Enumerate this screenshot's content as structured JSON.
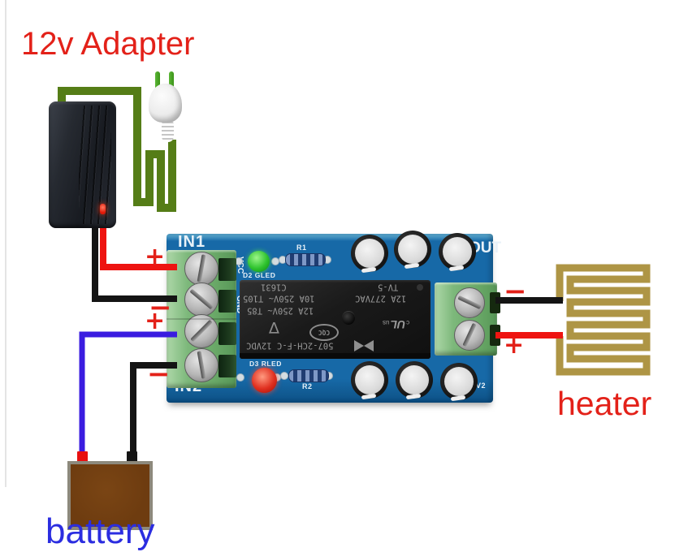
{
  "labels": {
    "adapter": "12v Adapter",
    "heater": "heater",
    "battery": "battery"
  },
  "polarity": {
    "in1_plus": "+",
    "in1_minus": "−",
    "in2_plus": "+",
    "in2_minus": "−",
    "out_minus": "−",
    "out_plus": "+"
  },
  "pcb": {
    "silkscreen": {
      "in1": "IN1",
      "in2": "IN2",
      "out": "OUT",
      "vcc": "VCC",
      "gnd": "GND",
      "r1": "R1",
      "r2": "R2",
      "gled": "D2 GLED",
      "rled": "D3 RLED",
      "out_plus": "+",
      "v2": "V2"
    },
    "relay": {
      "date_code": "C1631",
      "rating1": "10A 250V~ T105",
      "rating2": "12A 250V~ T85",
      "rating3": "12A 277VAC",
      "tv_rating": "TV-5",
      "part_number": "507-2CH-F-C 12VDC",
      "cqc": "CQC",
      "ul_c": "c",
      "ul": "UL",
      "ul_us": "us"
    }
  },
  "colors": {
    "label_red": "#e32119",
    "label_blue": "#2b2de0",
    "wire_red": "#ee1411",
    "wire_black": "#141414",
    "wire_blue": "#3a1ce0",
    "wire_green": "#557d17",
    "heater_khaki": "#ae9545",
    "pcb_blue": "#1769a7",
    "terminal_green": "#7db87b",
    "battery_brown": "#6e3c10",
    "silk_white": "#e8f1f8"
  }
}
